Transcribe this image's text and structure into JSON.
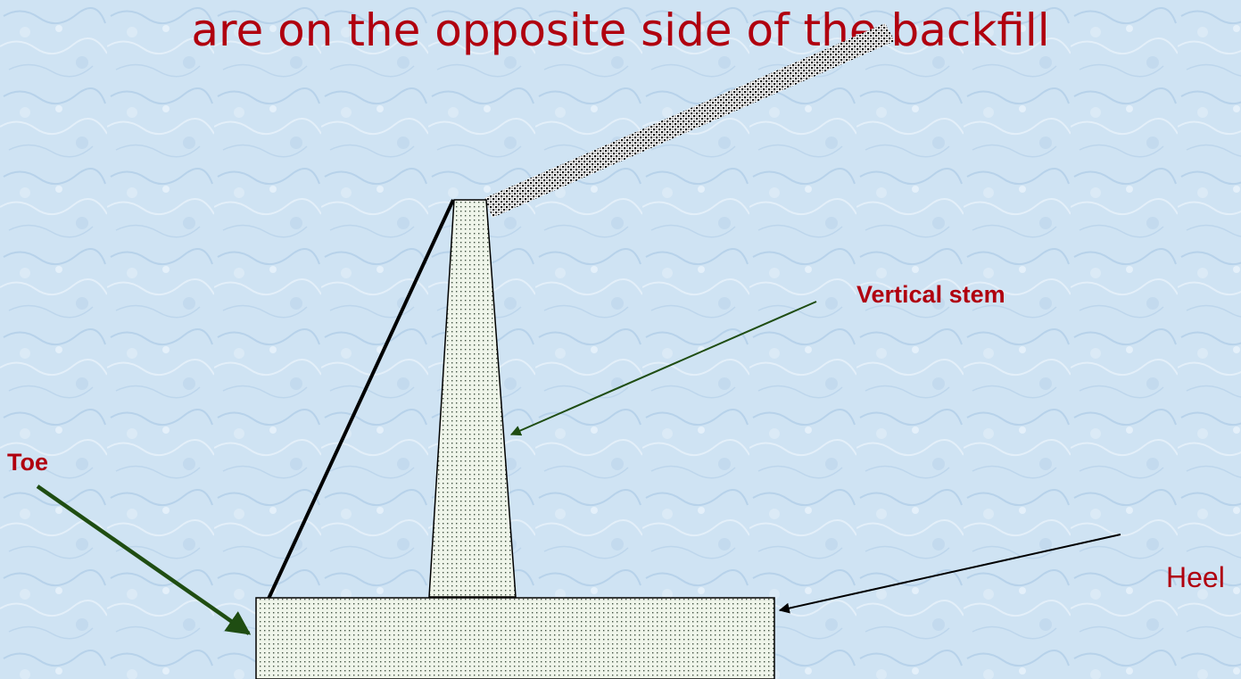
{
  "slide": {
    "title_fragment": "are on the opposite side of the backfill"
  },
  "diagram": {
    "labels": {
      "vertical_stem": "Vertical stem",
      "toe": "Toe",
      "heel": "Heel"
    }
  },
  "colors": {
    "background": "#cfe3f3",
    "title_text": "#b0000f",
    "label_text": "#b0000f",
    "toe_arrow": "#1f4d12",
    "stem_arrow": "#1f4d12",
    "heel_arrow": "#000000"
  }
}
